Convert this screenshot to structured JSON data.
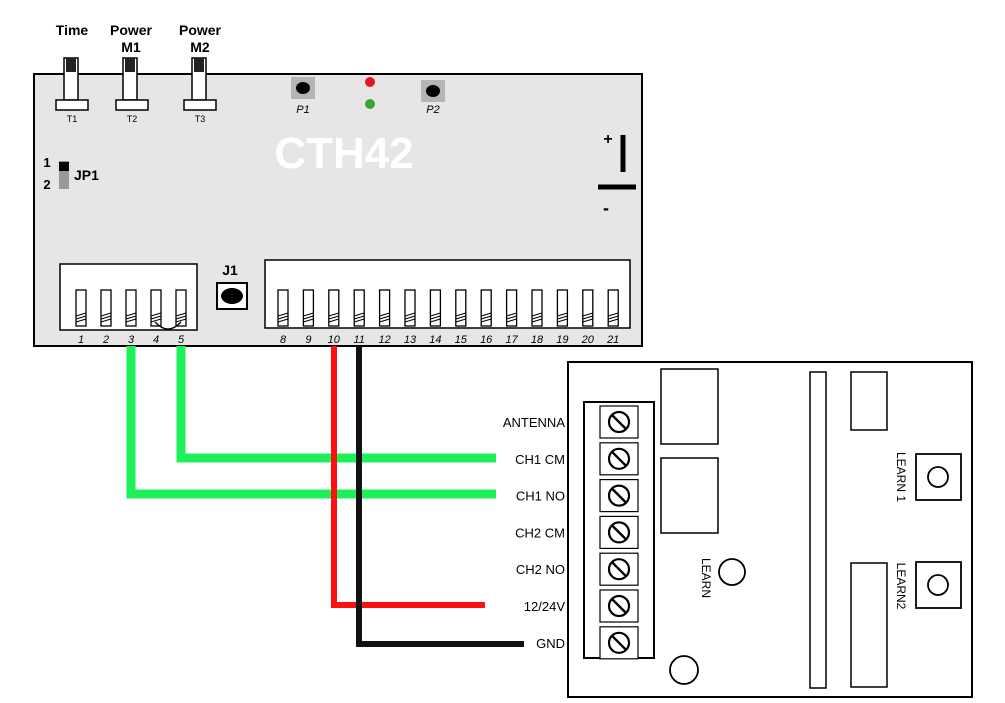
{
  "controller": {
    "model": "CTH42",
    "trimmers": [
      {
        "top": "Time",
        "bottom": "",
        "tag": "T1"
      },
      {
        "top": "Power",
        "bottom": "M1",
        "tag": "T2"
      },
      {
        "top": "Power",
        "bottom": "M2",
        "tag": "T3"
      }
    ],
    "buttons": [
      "P1",
      "P2"
    ],
    "leds": {
      "top_color": "#e8142b",
      "bottom_color": "#3aa639"
    },
    "jumper": {
      "label": "JP1",
      "pos1": "1",
      "pos2": "2"
    },
    "j1_label": "J1",
    "polarity": {
      "plus": "+",
      "minus": "-"
    },
    "left_terminals": [
      "1",
      "2",
      "3",
      "4",
      "5"
    ],
    "right_terminals": [
      "8",
      "9",
      "10",
      "11",
      "12",
      "13",
      "14",
      "15",
      "16",
      "17",
      "18",
      "19",
      "20",
      "21"
    ]
  },
  "receiver": {
    "terminals": [
      "ANTENNA",
      "CH1 CM",
      "CH1 NO",
      "CH2 CM",
      "CH2 NO",
      "12/24V",
      "GND"
    ],
    "learn": "LEARN",
    "learn1": "LEARN 1",
    "learn2": "LEARN2"
  },
  "wires": [
    {
      "from": "5",
      "to": "CH1 CM",
      "color": "#1ef05a"
    },
    {
      "from": "3",
      "to": "CH1 NO",
      "color": "#1ef05a"
    },
    {
      "from": "10",
      "to": "12/24V",
      "color": "#ff1010"
    },
    {
      "from": "11",
      "to": "GND",
      "color": "#111111"
    }
  ],
  "colors": {
    "board": "#e6e6e6",
    "outline": "#000000",
    "model_text": "#ffffff"
  }
}
